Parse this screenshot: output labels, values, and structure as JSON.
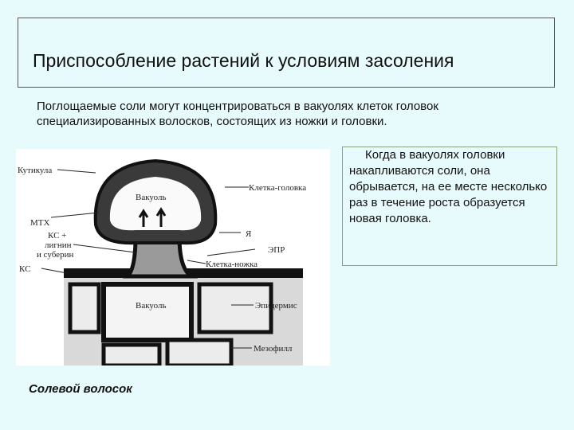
{
  "title": "Приспособление растений к условиям засоления",
  "intro": "Поглощаемые соли могут концентрироваться в вакуолях клеток головок специализированных волосков, состоящих из ножки и головки.",
  "note": "Когда в вакуолях головки накапливаются соли, она обрывается, на ее месте несколько раз в течение роста образуется новая головка.",
  "caption": "Солевой волосок",
  "figure": {
    "labels": {
      "cuticle": "Кутикула",
      "mtx": "МТХ",
      "ks_lignin_1": "КС +",
      "ks_lignin_2": "лигнин",
      "ks_lignin_3": "и суберин",
      "ks": "КС",
      "vacuole_top": "Вакуоль",
      "head_cell": "Клетка-головка",
      "nucleus": "Я",
      "epr": "ЭПР",
      "stalk_cell": "Клетка-ножка",
      "vacuole_bottom": "Вакуоль",
      "epidermis": "Эпидермис",
      "mesophyll": "Мезофилл"
    }
  }
}
